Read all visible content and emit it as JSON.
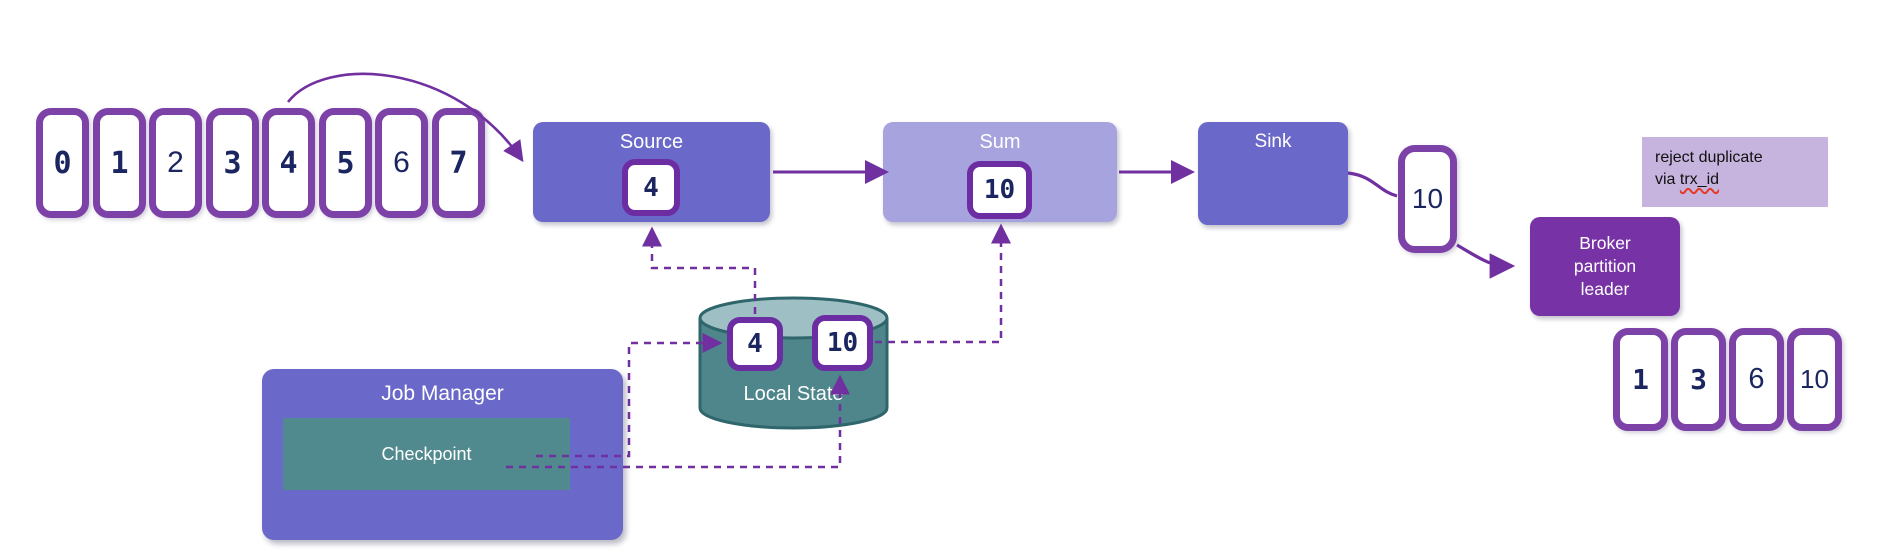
{
  "input_stream": {
    "cards": [
      {
        "value": "0",
        "bold": true
      },
      {
        "value": "1",
        "bold": true
      },
      {
        "value": "2",
        "bold": false
      },
      {
        "value": "3",
        "bold": true
      },
      {
        "value": "4",
        "bold": true
      },
      {
        "value": "5",
        "bold": true
      },
      {
        "value": "6",
        "bold": false
      },
      {
        "value": "7",
        "bold": true
      }
    ]
  },
  "operators": {
    "source": {
      "label": "Source",
      "state_value": "4"
    },
    "sum": {
      "label": "Sum",
      "state_value": "10"
    },
    "sink": {
      "label": "Sink"
    }
  },
  "emitted_record": {
    "value": "10"
  },
  "broker": {
    "line1": "Broker",
    "line2": "partition",
    "line3": "leader"
  },
  "note": {
    "line1": "reject duplicate",
    "line2_prefix": "via ",
    "line2_term": "trx_id"
  },
  "output_stream": {
    "cards": [
      {
        "value": "1",
        "bold": true
      },
      {
        "value": "3",
        "bold": true
      },
      {
        "value": "6",
        "bold": false
      },
      {
        "value": "10",
        "bold": false
      }
    ]
  },
  "local_state": {
    "label": "Local State",
    "checkpointed_values": [
      "4",
      "10"
    ]
  },
  "job_manager": {
    "label": "Job Manager",
    "checkpoint": {
      "label": "Checkpoint"
    }
  },
  "colors": {
    "operator_purple": "#6A68C8",
    "sum_light_purple": "#A7A3DE",
    "broker_purple": "#7733A6",
    "card_border_purple": "#7C42A8",
    "badge_border_purple": "#6C2DA2",
    "number_navy": "#1B2660",
    "cylinder_teal": "#4E868C",
    "cylinder_top_teal": "#9EBFC3",
    "checkpoint_teal": "#518A8E",
    "note_background": "#C6B4DE",
    "arrow_purple": "#7030A0",
    "spellcheck_red": "#E53A28"
  }
}
